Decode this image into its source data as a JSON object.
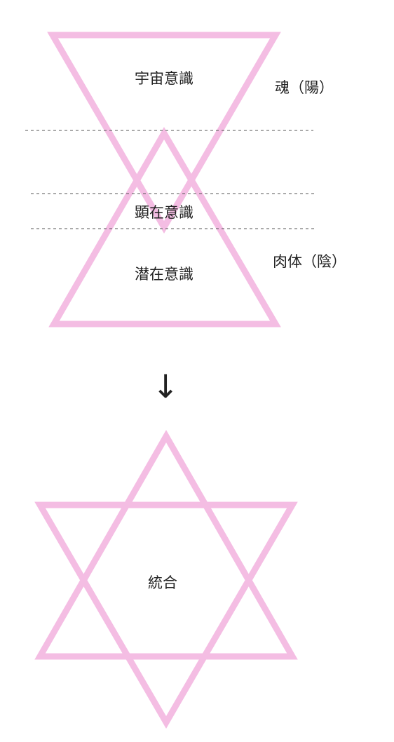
{
  "top_diagram": {
    "cosmic_consciousness": "宇宙意識",
    "manifest_consciousness": "顕在意識",
    "subconscious": "潜在意識",
    "soul_label": "魂（陽）",
    "body_label": "肉体（陰）"
  },
  "arrow": {
    "glyph": "↓"
  },
  "bottom_diagram": {
    "integration": "統合"
  },
  "colors": {
    "triangle_stroke": "#f4bde3",
    "dashed_line": "#555555",
    "text": "#222222"
  }
}
